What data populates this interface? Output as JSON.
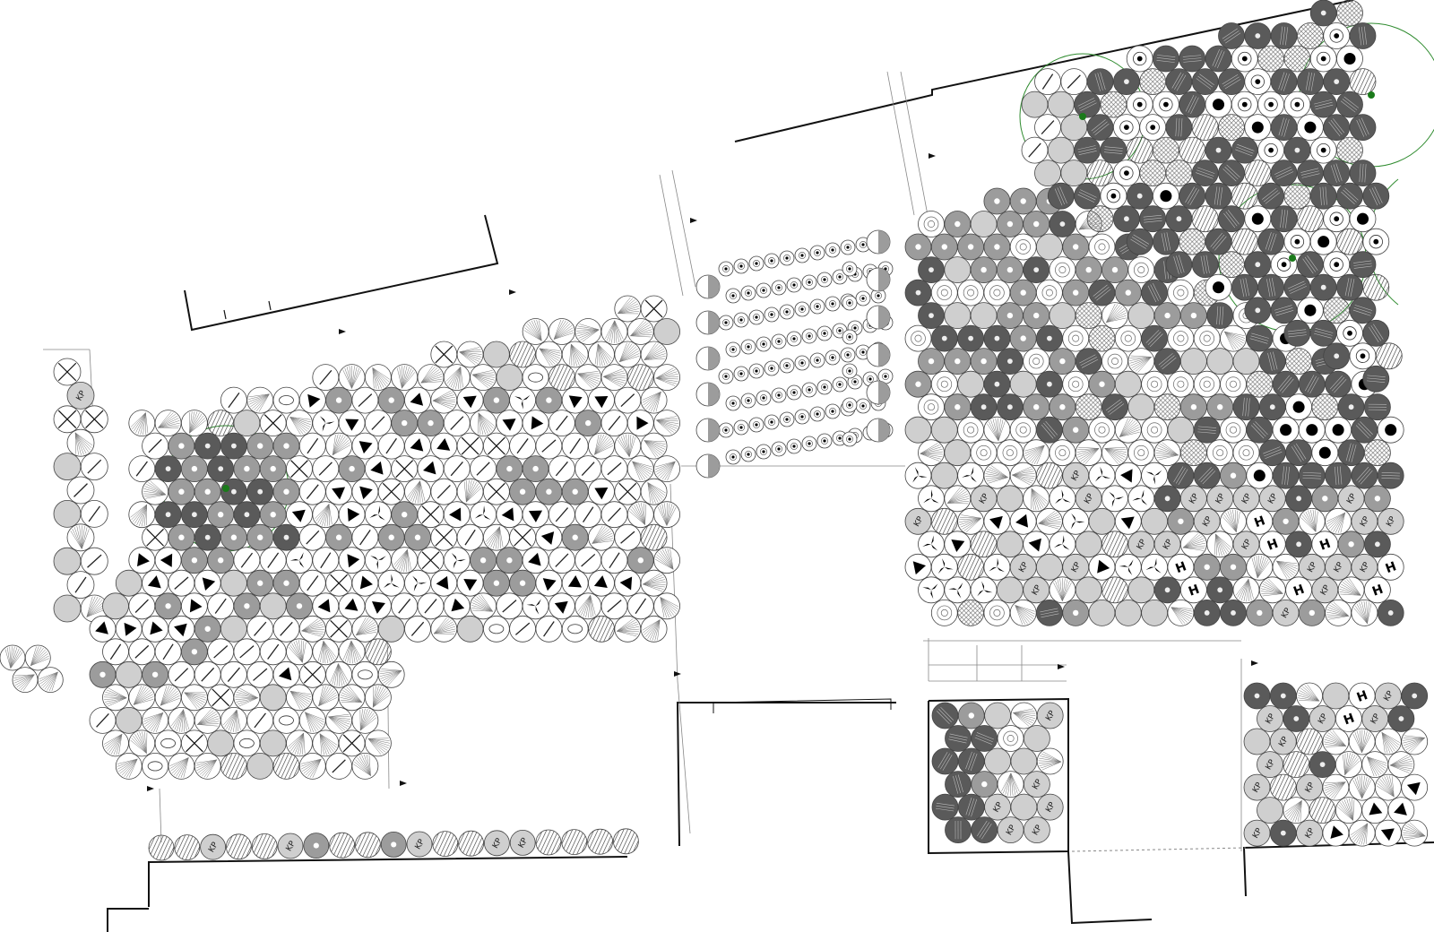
{
  "plan": {
    "label_kp": "KP",
    "label_h": "H",
    "colors": {
      "outline": "#444444",
      "wall": "#111111",
      "guide": "#888888",
      "light": "#cfcfcf",
      "mid": "#9c9c9c",
      "dark": "#5a5a5a",
      "black": "#000000",
      "tree_ring": "#2e8b2e",
      "tree_dot": "#1a7a1a"
    },
    "symbol_types": [
      "fan",
      "light",
      "mid",
      "dark",
      "dark-stripe",
      "hatch",
      "target",
      "dot",
      "big-dot",
      "cross",
      "oval",
      "triangle",
      "propeller",
      "kp",
      "h",
      "small-dot",
      "half"
    ]
  }
}
